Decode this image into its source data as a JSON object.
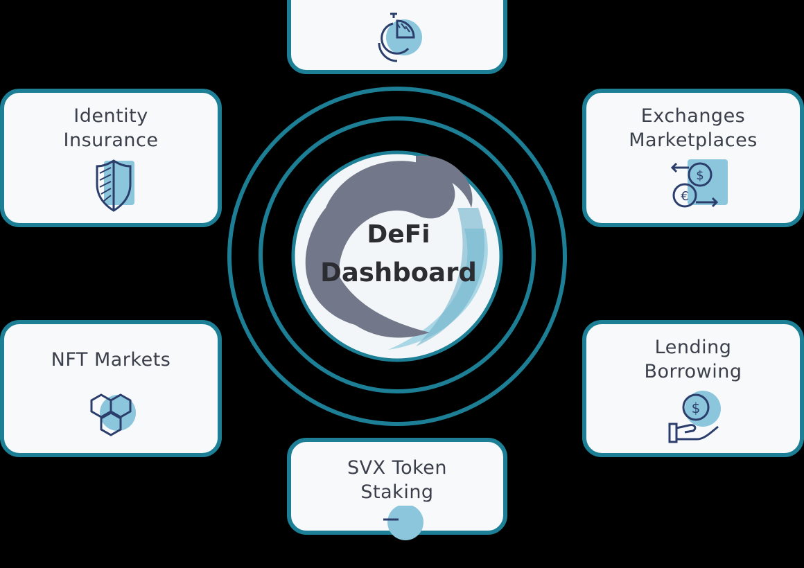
{
  "center": {
    "line1": "DeFi",
    "line2": "Dashboard"
  },
  "cards": {
    "top": {
      "title": "",
      "icon": "pie-chart-cycle-icon"
    },
    "identity": {
      "title": "Identity\nInsurance",
      "icon": "shield-icon"
    },
    "exchanges": {
      "title": "Exchanges\nMarketplaces",
      "icon": "currency-exchange-icon"
    },
    "nft": {
      "title": "NFT Markets",
      "icon": "hexagon-cluster-icon"
    },
    "lending": {
      "title": "Lending\nBorrowing",
      "icon": "hand-coin-icon"
    },
    "staking": {
      "title": "SVX Token\nStaking",
      "icon": "token-icon"
    }
  },
  "colors": {
    "background": "#000000",
    "card_border": "#1d7f95",
    "card_fill": "#f7f9fb",
    "ring": "#1d7f95",
    "icon_accent": "#8cc6dc",
    "icon_stroke": "#2b3d6b",
    "logo_gray": "#72788a",
    "logo_light": "#aad7e6"
  }
}
